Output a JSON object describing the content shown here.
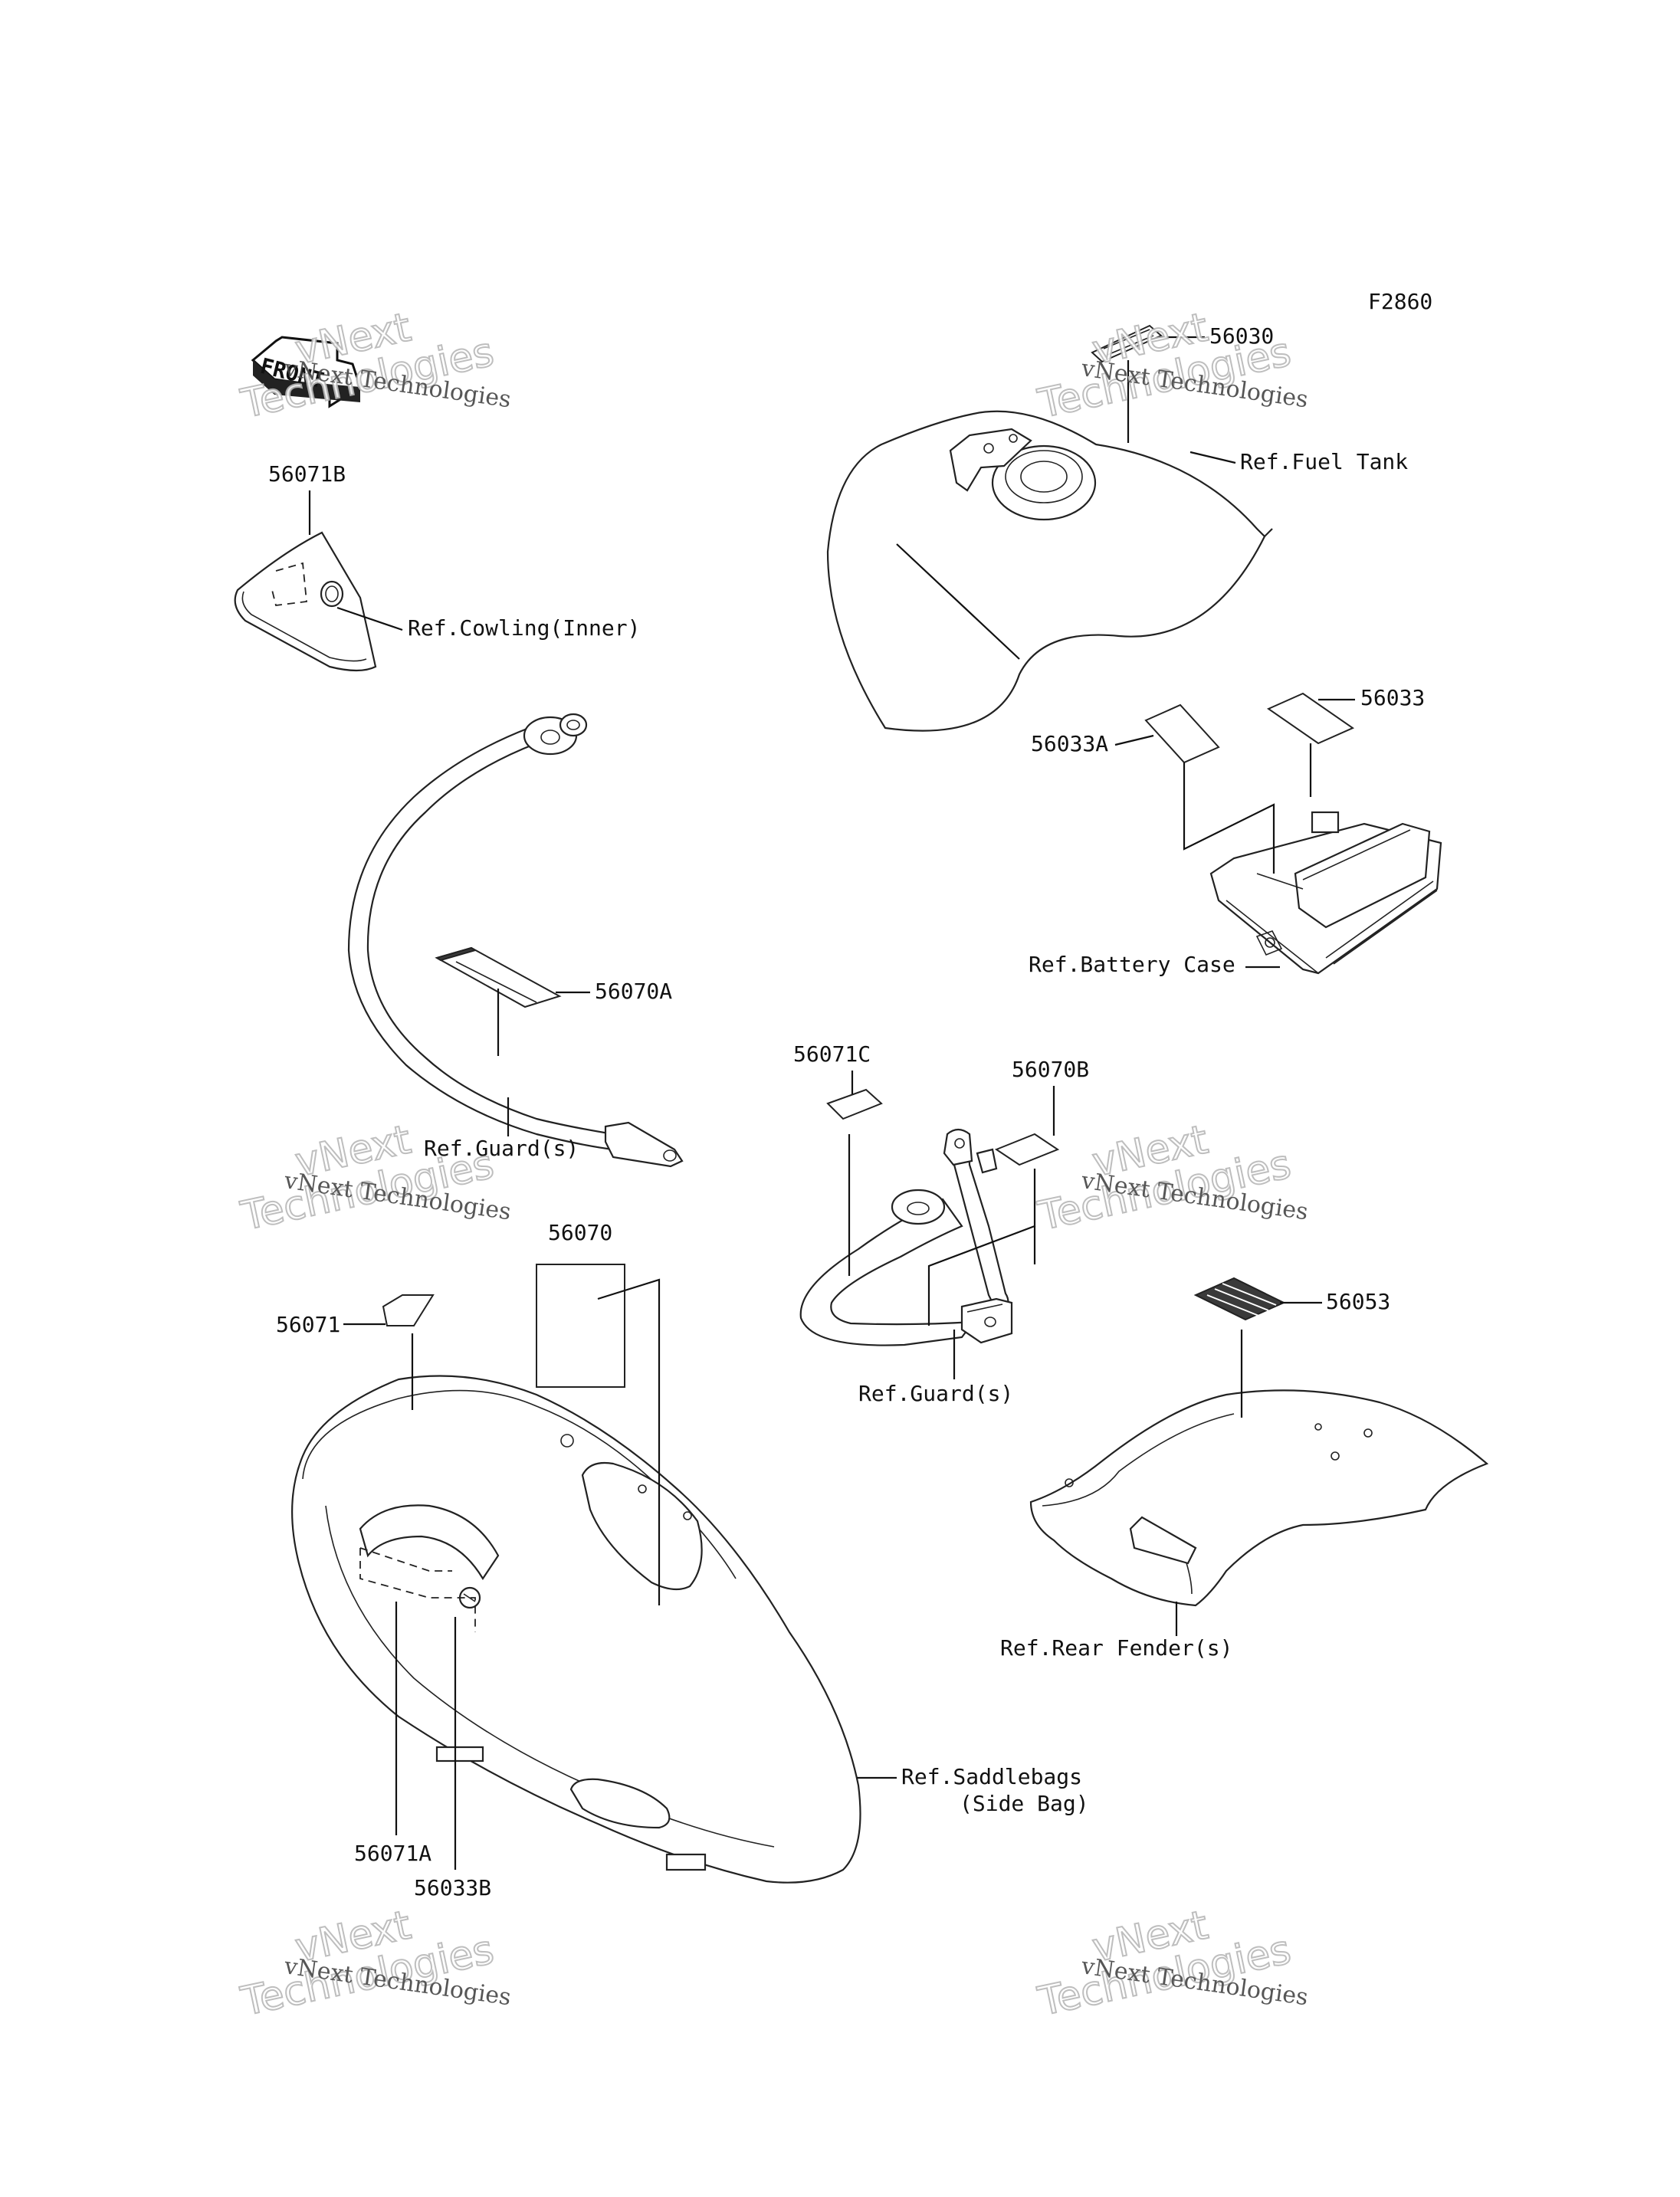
{
  "figure_code": "F2860",
  "front_arrow_text": "FRONT",
  "watermark": {
    "line1": "vNext",
    "line2": "Technologies",
    "small_text": "vNext Technologies"
  },
  "part_labels": {
    "p56030": "56030",
    "p56071B": "56071B",
    "p56033": "56033",
    "p56033A": "56033A",
    "p56070A": "56070A",
    "p56071C": "56071C",
    "p56070B": "56070B",
    "p56070": "56070",
    "p56071": "56071",
    "p56053": "56053",
    "p56071A": "56071A",
    "p56033B": "56033B"
  },
  "ref_labels": {
    "fuel_tank": "Ref.Fuel Tank",
    "cowling_inner": "Ref.Cowling(Inner)",
    "battery_case": "Ref.Battery Case",
    "guard_left": "Ref.Guard(s)",
    "guard_right": "Ref.Guard(s)",
    "rear_fender": "Ref.Rear Fender(s)",
    "saddlebags_line1": "Ref.Saddlebags",
    "saddlebags_line2": "(Side Bag)"
  }
}
